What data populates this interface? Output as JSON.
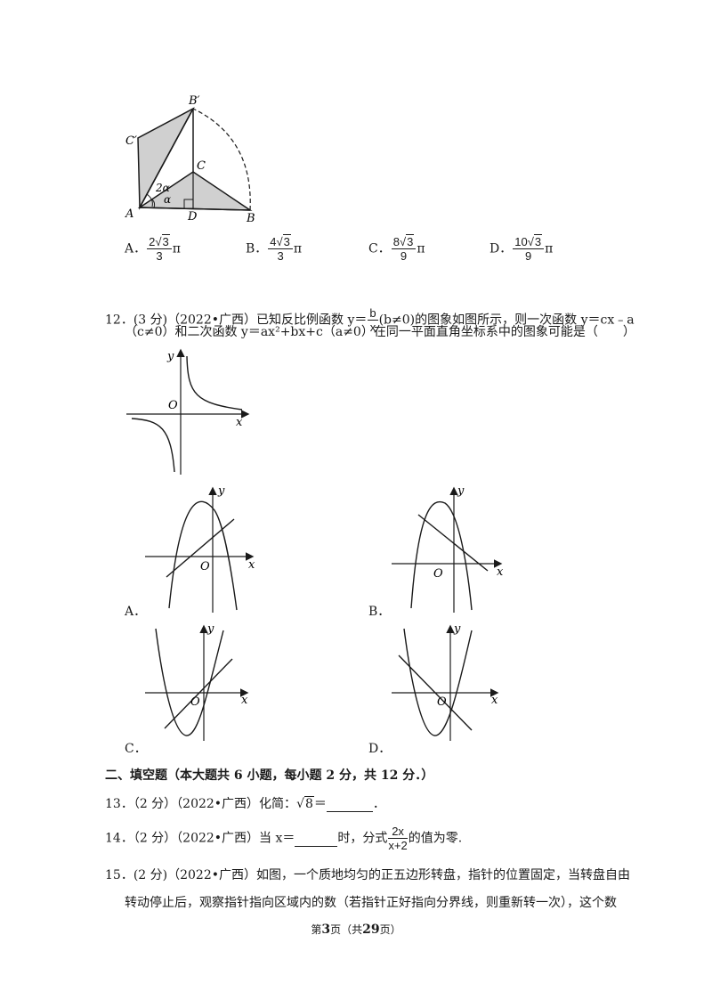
{
  "fig11": {
    "label_B_prime": "B′",
    "label_C_prime": "C′",
    "label_C": "C",
    "label_A": "A",
    "label_D": "D",
    "label_B": "B",
    "label_2alpha": "2α",
    "label_alpha": "α"
  },
  "q11_options": [
    {
      "letter": "A．",
      "coef": "2",
      "rad": "3",
      "den": "3",
      "pi": "π"
    },
    {
      "letter": "B．",
      "coef": "4",
      "rad": "3",
      "den": "3",
      "pi": "π"
    },
    {
      "letter": "C．",
      "coef": "8",
      "rad": "3",
      "den": "9",
      "pi": "π"
    },
    {
      "letter": "D．",
      "coef": "10",
      "rad": "3",
      "den": "9",
      "pi": "π"
    }
  ],
  "q12": {
    "line1_prefix": "12．(3 分)（2022•广西）已知反比例函数 ",
    "line1_func": "y＝",
    "frac_num": "b",
    "frac_den": "x",
    "line1_suffix": "(b≠0)的图象如图所示，则一次函数 y＝cx﹣a",
    "line2": "（c≠0）和二次函数 y＝ax²+bx+c（a≠0）在同一平面直角坐标系中的图象可能是（　　）"
  },
  "graph_labels": {
    "x": "x",
    "y": "y",
    "o": "O"
  },
  "option_letters": {
    "a": "A．",
    "b": "B．",
    "c": "C．",
    "d": "D．"
  },
  "section2": "二、填空题（本大题共 6 小题，每小题 2 分，共 12 分．）",
  "q13": {
    "prefix": "13．（2 分）（2022•广西）化简：",
    "radicand": "8",
    "suffix": "＝",
    "end": "．"
  },
  "q14": {
    "prefix": "14．（2 分）（2022•广西）当 x＝",
    "mid": "时，分式",
    "num": "2x",
    "den": "x+2",
    "suffix": "的值为零."
  },
  "q15": {
    "line1": "15．(2 分)（2022•广西）如图，一个质地均匀的正五边形转盘，指针的位置固定，当转盘自由",
    "line2": "转动停止后，观察指针指向区域内的数（若指针正好指向分界线，则重新转一次），这个数"
  },
  "footer": {
    "pre": "第",
    "page": "3",
    "mid": "页（共",
    "total": "29",
    "post": "页）"
  }
}
